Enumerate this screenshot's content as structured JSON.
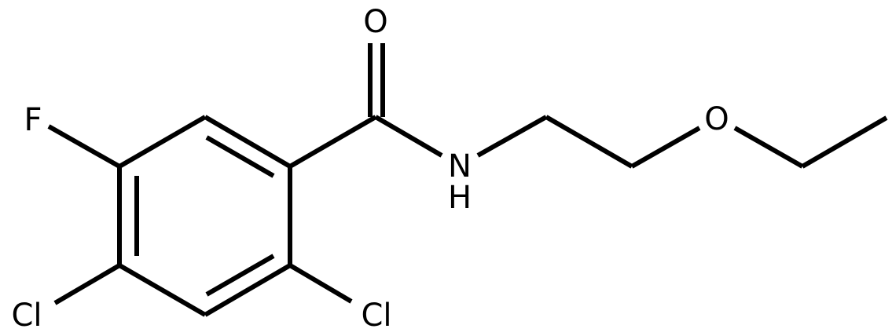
{
  "molecule": {
    "atoms": {
      "oxygen_carbonyl": "O",
      "nitrogen": "N",
      "hydrogen_amide": "H",
      "oxygen_ether": "O",
      "fluorine": "F",
      "chlorine_4": "Cl",
      "chlorine_2": "Cl"
    }
  },
  "colors": {
    "bond": "#000000",
    "label": "#000000",
    "background": "#ffffff"
  }
}
